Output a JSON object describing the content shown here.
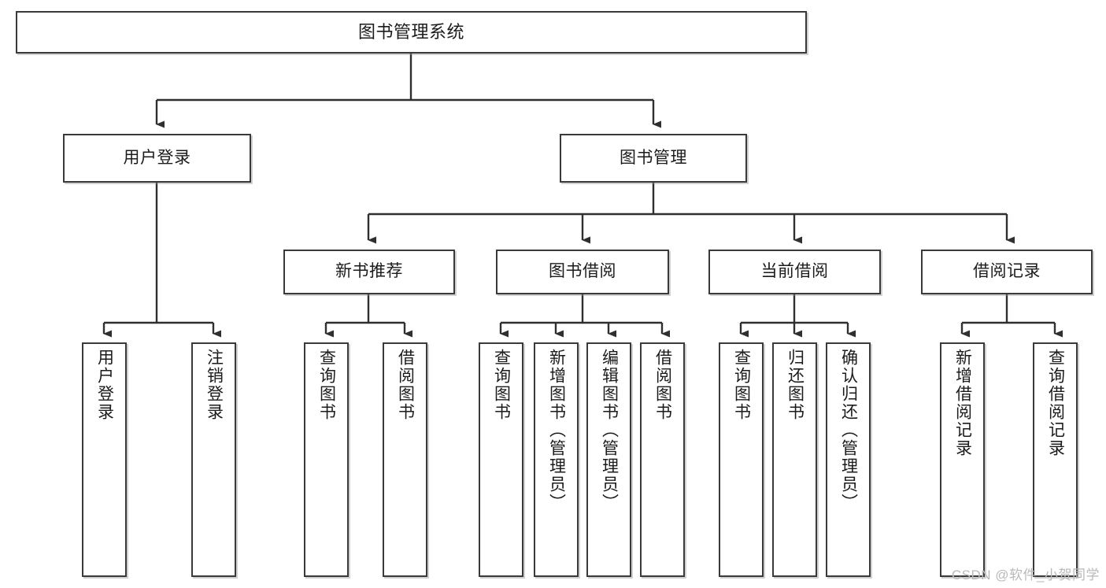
{
  "diagram": {
    "title": "图书管理系统",
    "type": "hierarchy-tree",
    "colors": {
      "box_border": "#3a3a3a",
      "box_fill": "#ffffff",
      "edge": "#2f2f2f",
      "watermark": "#b9b9b9",
      "background": "#ffffff"
    },
    "levels": {
      "level1_label": "图书管理系统",
      "level2": [
        {
          "id": "user-login",
          "label": "用户登录"
        },
        {
          "id": "book-management",
          "label": "图书管理"
        }
      ],
      "level3": [
        {
          "id": "new-book-recommend",
          "label": "新书推荐"
        },
        {
          "id": "book-borrow",
          "label": "图书借阅"
        },
        {
          "id": "current-borrow",
          "label": "当前借阅"
        },
        {
          "id": "borrow-record",
          "label": "借阅记录"
        }
      ],
      "level4": [
        {
          "id": "leaf-user-login",
          "label": "用户登录",
          "parent": "user-login"
        },
        {
          "id": "leaf-logout-login",
          "label": "注销登录",
          "parent": "user-login"
        },
        {
          "id": "leaf-query-book-1",
          "label": "查询图书",
          "parent": "new-book-recommend"
        },
        {
          "id": "leaf-borrow-book-1",
          "label": "借阅图书",
          "parent": "new-book-recommend"
        },
        {
          "id": "leaf-query-book-2",
          "label": "查询图书",
          "parent": "book-borrow"
        },
        {
          "id": "leaf-add-book",
          "label": "新增图书（管理员）",
          "parent": "book-borrow"
        },
        {
          "id": "leaf-edit-book",
          "label": "编辑图书（管理员）",
          "parent": "book-borrow"
        },
        {
          "id": "leaf-borrow-book-2",
          "label": "借阅图书",
          "parent": "book-borrow"
        },
        {
          "id": "leaf-query-book-3",
          "label": "查询图书",
          "parent": "current-borrow"
        },
        {
          "id": "leaf-return-book",
          "label": "归还图书",
          "parent": "current-borrow"
        },
        {
          "id": "leaf-confirm-return",
          "label": "确认归还（管理员）",
          "parent": "current-borrow"
        },
        {
          "id": "leaf-add-record",
          "label": "新增借阅记录",
          "parent": "borrow-record"
        },
        {
          "id": "leaf-query-record",
          "label": "查询借阅记录",
          "parent": "borrow-record"
        }
      ]
    },
    "watermark": "CSDN @软件_小贺同学"
  }
}
